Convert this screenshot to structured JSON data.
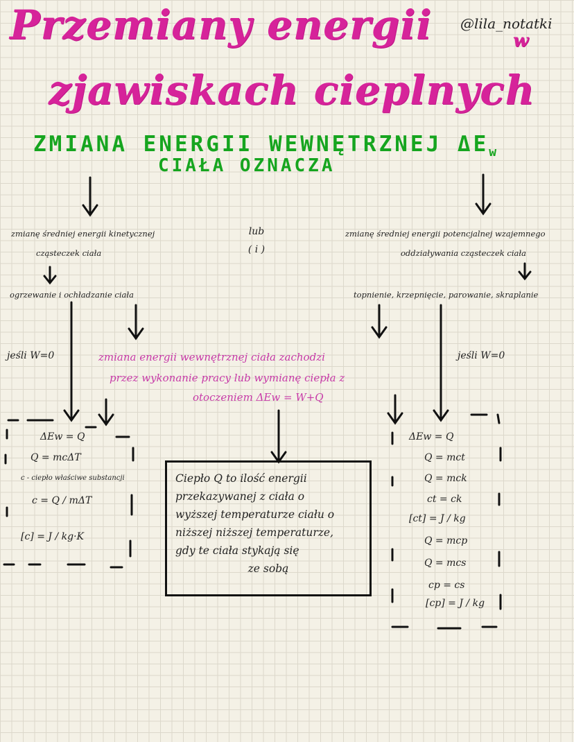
{
  "header": {
    "title_line1": "Przemiany energii",
    "title_word_w": "w",
    "title_line2": "zjawiskach cieplnych",
    "handle": "@lila_notatki"
  },
  "subtitle": {
    "line1": "ZMIANA ENERGII WEWNĘTRZNEJ ΔE",
    "subscript": "w",
    "line2": "CIAŁA OZNACZA"
  },
  "left_branch": {
    "line1": "zmianę średniej energii kinetycznej",
    "line2": "cząsteczek ciała",
    "process": "ogrzewanie i ochładzanie ciała",
    "condition": "jeśli W=0",
    "formulas": [
      "ΔEw = Q",
      "Q = mcΔT",
      "c - ciepło właściwe substancji",
      "c = Q / mΔT",
      "[c] = J / kg·K"
    ]
  },
  "middle": {
    "connector": "lub",
    "connector2": "( i )"
  },
  "right_branch": {
    "line1": "zmianę średniej energii potencjalnej wzajemnego",
    "line2": "oddziaływania cząsteczek ciała",
    "process": "topnienie, krzepnięcie, parowanie, skraplanie",
    "condition": "jeśli W=0",
    "formulas": [
      "ΔEw = Q",
      "Q = mct",
      "Q = mck",
      "ct = ck",
      "[ct] = J / kg",
      "Q = mcp",
      "Q = mcs",
      "cp = cs",
      "[cp] = J / kg"
    ]
  },
  "pink_note": {
    "line1": "zmiana energii wewnętrznej ciała zachodzi",
    "line2": "przez wykonanie pracy lub wymianę ciepła z",
    "line3": "otoczeniem ΔEw = W+Q"
  },
  "heat_box": {
    "lines": [
      "Ciepło Q to ilość energii",
      "przekazywanej z ciała o",
      "wyższej temperaturze ciału o",
      "niższej niższej temperaturze,",
      "gdy te ciała stykają się",
      "ze sobą"
    ]
  }
}
